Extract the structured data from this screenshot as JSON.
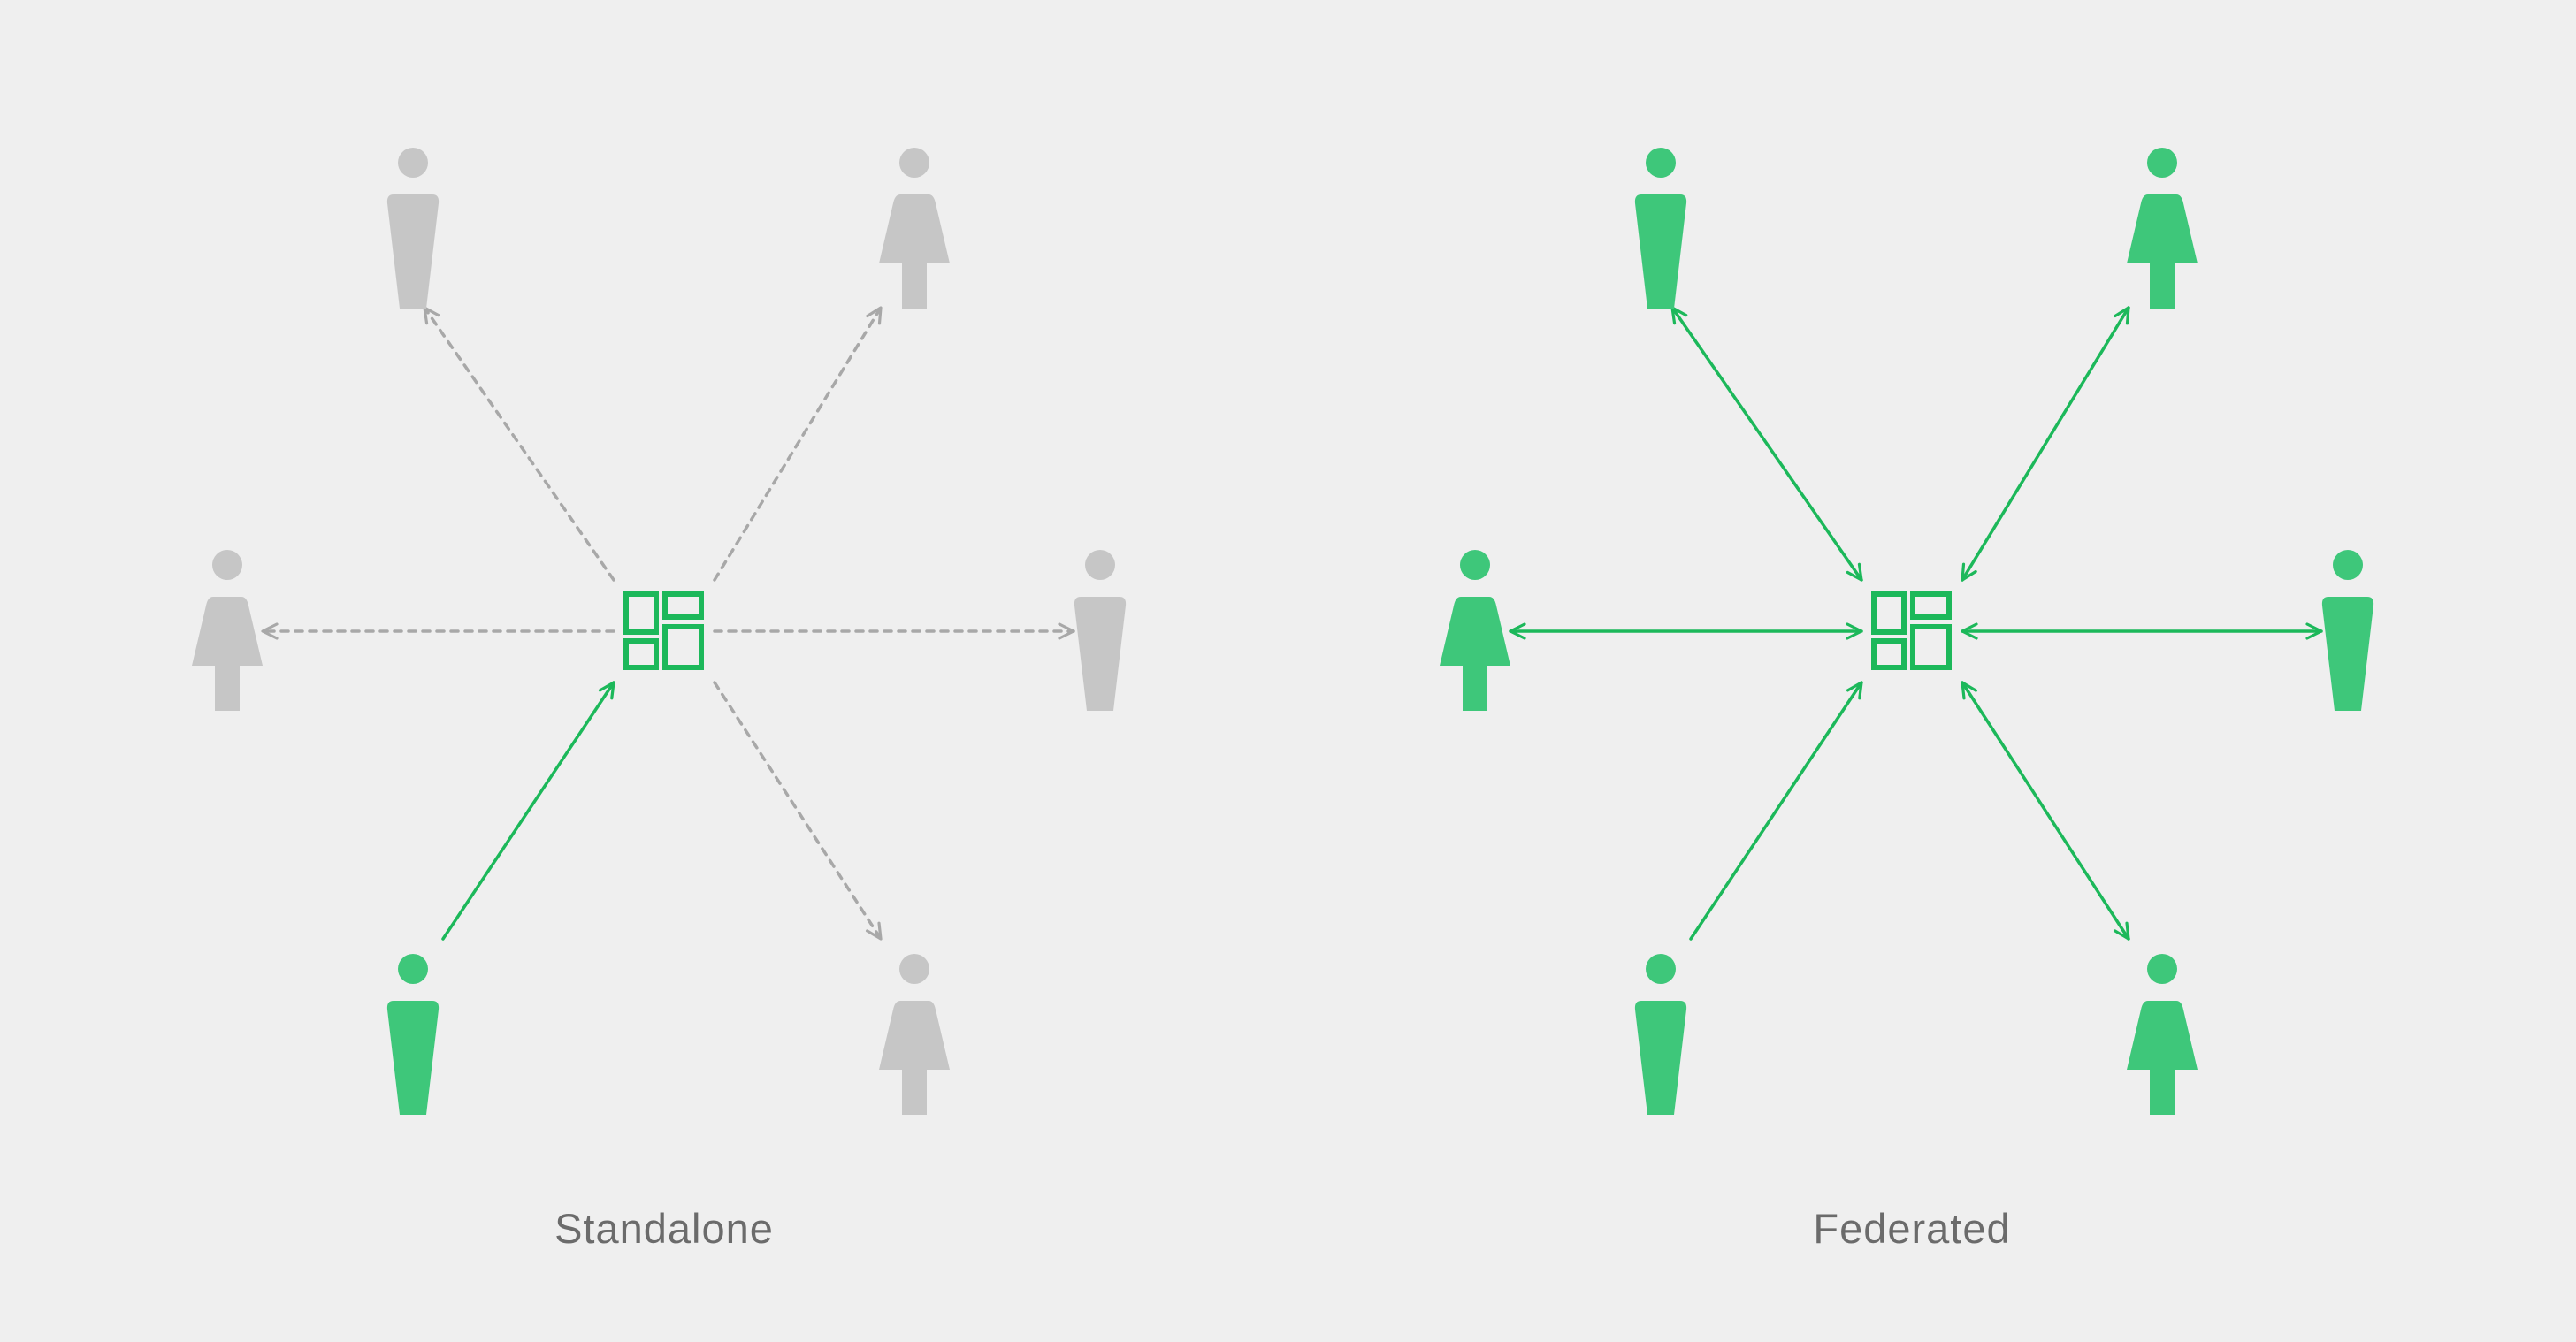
{
  "colors": {
    "background": "#efefef",
    "active_person": "#3ec77a",
    "inactive_person": "#c6c6c6",
    "active_link": "#1cb85a",
    "inactive_link": "#a8a8a8",
    "hub_icon": "#1cb85a",
    "caption": "#6b6b6b"
  },
  "panels": [
    {
      "key": "standalone",
      "caption": "Standalone",
      "hub_icon": "app-grid-icon",
      "people": [
        {
          "slot": "top-left",
          "figure": "male",
          "state": "inactive",
          "link": "outbound-dashed"
        },
        {
          "slot": "top-right",
          "figure": "female",
          "state": "inactive",
          "link": "outbound-dashed"
        },
        {
          "slot": "left",
          "figure": "female",
          "state": "inactive",
          "link": "outbound-dashed"
        },
        {
          "slot": "right",
          "figure": "male",
          "state": "inactive",
          "link": "outbound-dashed"
        },
        {
          "slot": "bottom-left",
          "figure": "male",
          "state": "active",
          "link": "inbound-solid"
        },
        {
          "slot": "bottom-right",
          "figure": "female",
          "state": "inactive",
          "link": "outbound-dashed"
        }
      ]
    },
    {
      "key": "federated",
      "caption": "Federated",
      "hub_icon": "app-grid-icon",
      "people": [
        {
          "slot": "top-left",
          "figure": "male",
          "state": "active",
          "link": "bidirectional-solid"
        },
        {
          "slot": "top-right",
          "figure": "female",
          "state": "active",
          "link": "bidirectional-solid"
        },
        {
          "slot": "left",
          "figure": "female",
          "state": "active",
          "link": "bidirectional-solid"
        },
        {
          "slot": "right",
          "figure": "male",
          "state": "active",
          "link": "bidirectional-solid"
        },
        {
          "slot": "bottom-left",
          "figure": "male",
          "state": "active",
          "link": "inbound-solid"
        },
        {
          "slot": "bottom-right",
          "figure": "female",
          "state": "active",
          "link": "bidirectional-solid"
        }
      ]
    }
  ]
}
